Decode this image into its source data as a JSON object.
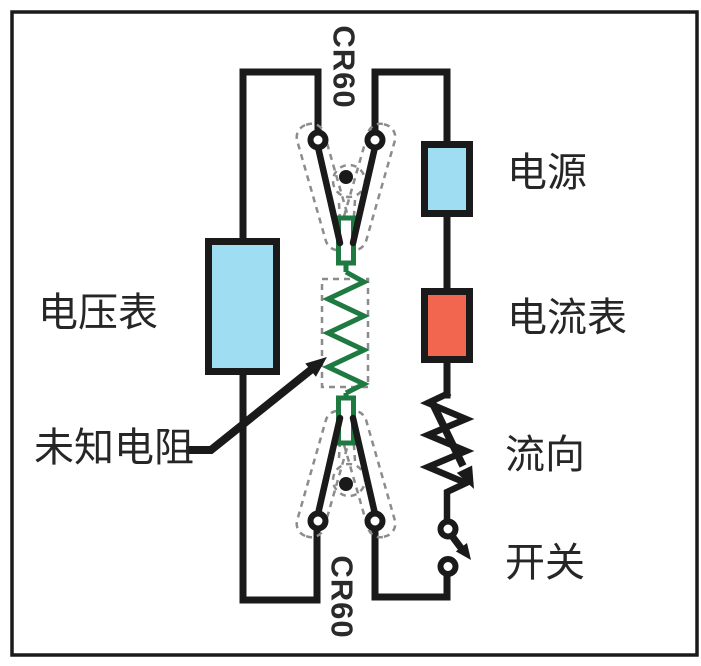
{
  "labels": {
    "voltmeter": "电压表",
    "unknown_resistor": "未知电阻",
    "power_supply": "电源",
    "ammeter": "电流表",
    "flow_direction": "流向",
    "switch": "开关",
    "clamp_top": "CR60",
    "clamp_bottom": "CR60"
  },
  "colors": {
    "meter_blue": "#9fdef2",
    "ammeter_red": "#f2654e",
    "resistor_green": "#1f7a42",
    "wire_black": "#1a1a1a",
    "dash_gray": "#8c8c8c"
  }
}
